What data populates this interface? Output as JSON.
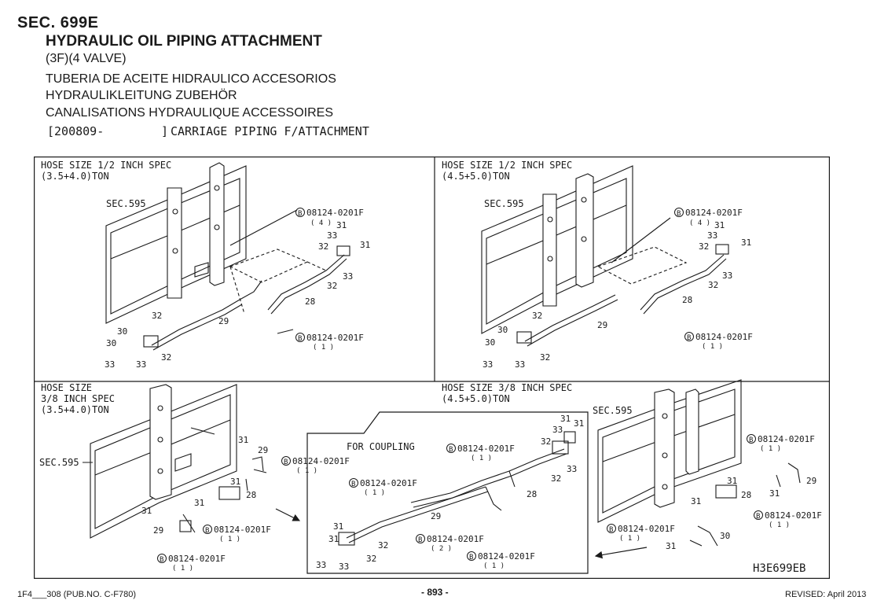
{
  "header": {
    "section": "SEC. 699E",
    "title": "HYDRAULIC OIL PIPING ATTACHMENT",
    "variant": "(3F)(4 VALVE)",
    "title_es": "TUBERIA DE ACEITE HIDRAULICO ACCESORIOS",
    "title_de": "HYDRAULIKLEITUNG ZUBEHÖR",
    "title_fr": "CANALISATIONS HYDRAULIQUE ACCESSOIRES",
    "serial_start": "[200809-",
    "serial_end": "]",
    "description": "CARRIAGE PIPING F/ATTACHMENT"
  },
  "diagram": {
    "q1": {
      "caption_line1": "HOSE SIZE 1/2 INCH SPEC",
      "caption_line2": "(3.5+4.0)TON",
      "sec_ref": "SEC.595",
      "bolt_top": "08124-0201F",
      "bolt_top_qty": "( 4 )",
      "bolt_bottom": "08124-0201F",
      "bolt_bottom_qty": "( 1 )"
    },
    "q2": {
      "caption_line1": "HOSE SIZE 1/2 INCH SPEC",
      "caption_line2": "(4.5+5.0)TON",
      "sec_ref": "SEC.595",
      "bolt_top": "08124-0201F",
      "bolt_top_qty": "( 4 )",
      "bolt_bottom": "08124-0201F",
      "bolt_bottom_qty": "( 1 )"
    },
    "q3": {
      "caption_line1": "HOSE SIZE",
      "caption_line2": "3/8 INCH SPEC",
      "caption_line3": "(3.5+4.0)TON",
      "sec_ref": "SEC.595",
      "bolt_a": "08124-0201F",
      "bolt_a_qty": "( 1 )",
      "bolt_b": "08124-0201F",
      "bolt_b_qty": "( 1 )",
      "bolt_c": "08124-0201F",
      "bolt_c_qty": "( 1 )"
    },
    "q4": {
      "caption_line1": "HOSE SIZE 3/8 INCH SPEC",
      "caption_line2": "(4.5+5.0)TON",
      "sec_ref": "SEC.595",
      "bolt_a": "08124-0201F",
      "bolt_a_qty": "( 1 )",
      "bolt_b": "08124-0201F",
      "bolt_b_qty": "( 1 )",
      "bolt_c": "08124-0201F",
      "bolt_c_qty": "( 1 )"
    },
    "coupling": {
      "label": "FOR COUPLING",
      "bolt_a": "08124-0201F",
      "bolt_a_qty": "( 1 )",
      "bolt_b": "08124-0201F",
      "bolt_b_qty": "( 1 )",
      "bolt_c": "08124-0201F",
      "bolt_c_qty": "( 2 )",
      "bolt_d": "08124-0201F",
      "bolt_d_qty": "( 1 )"
    },
    "bolt_marker": "B",
    "part_numbers": [
      "28",
      "29",
      "30",
      "31",
      "32",
      "33"
    ],
    "drawing_code": "H3E699EB"
  },
  "footer": {
    "left": "1F4___308 (PUB.NO. C-F780)",
    "page": "- 893 -",
    "right": "REVISED: April 2013"
  }
}
